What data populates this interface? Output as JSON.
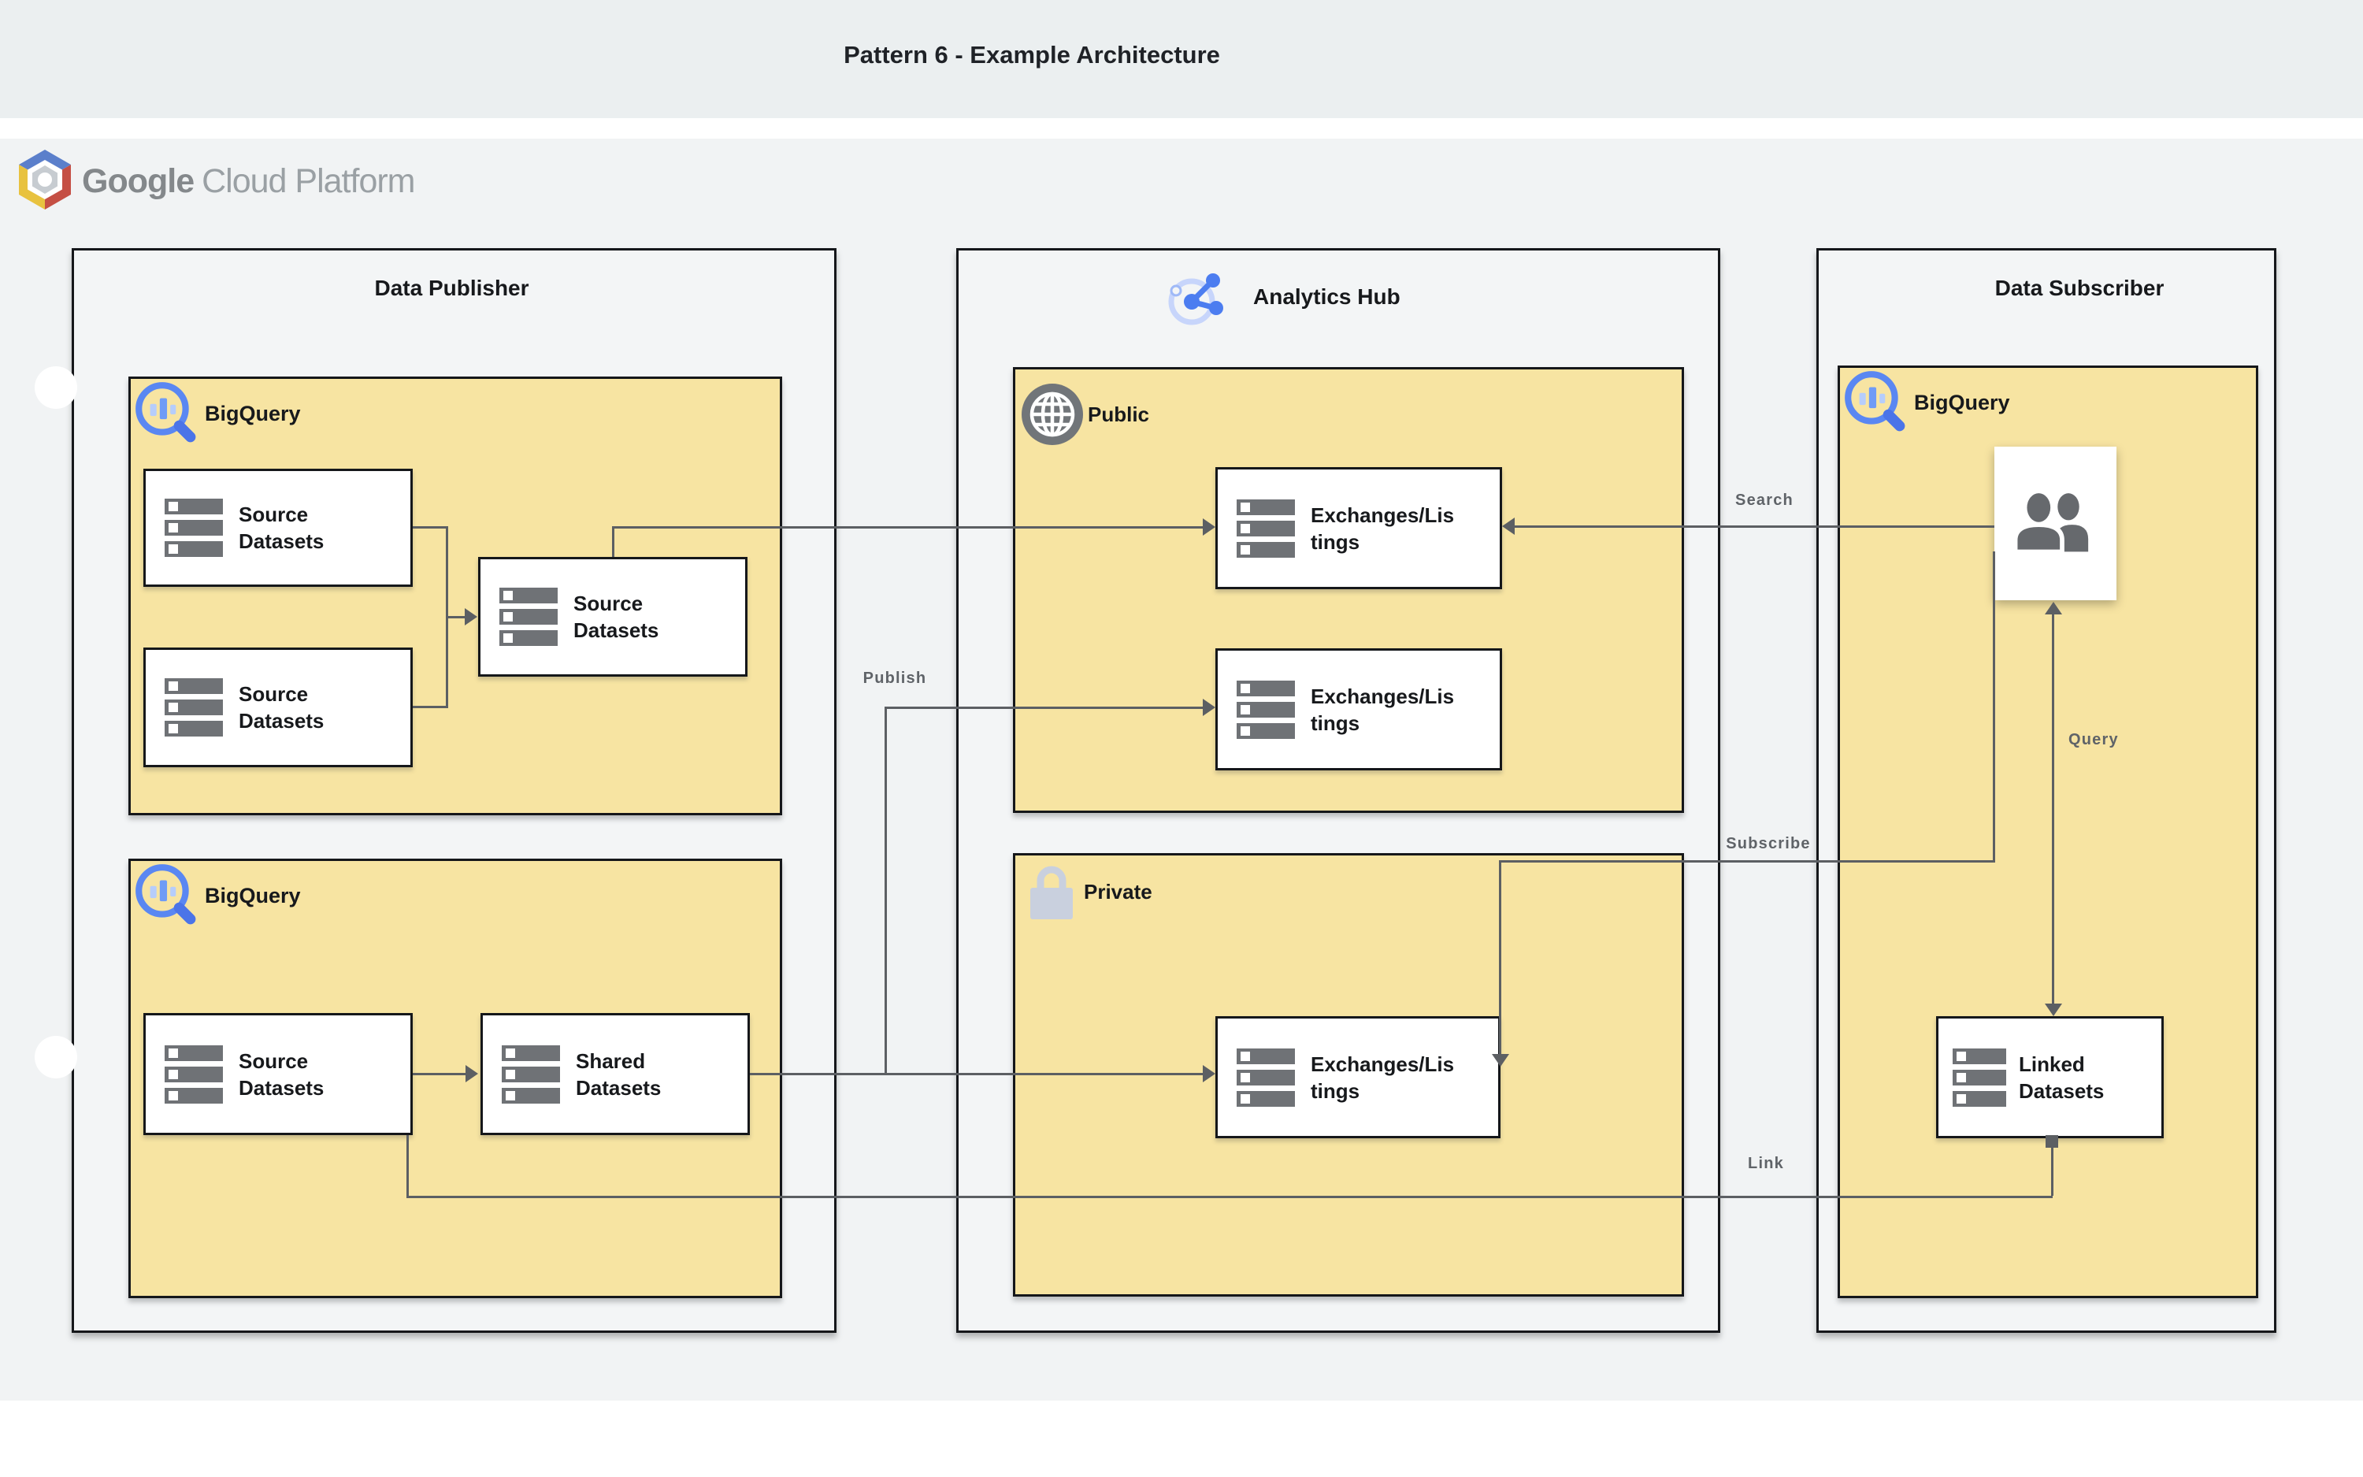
{
  "title_bar": {
    "title": "Pattern 6 - Example Architecture"
  },
  "brand": {
    "google": "Google",
    "cloud_platform": "Cloud Platform"
  },
  "columns": {
    "publisher": {
      "title": "Data Publisher"
    },
    "hub": {
      "title": "Analytics Hub"
    },
    "subscriber": {
      "title": "Data Subscriber"
    }
  },
  "groups": {
    "bigquery_label": "BigQuery",
    "public_label": "Public",
    "private_label": "Private"
  },
  "nodes": {
    "source_datasets": "Source\nDatasets",
    "shared_datasets": "Shared\nDatasets",
    "exchanges_listings": "Exchanges/Lis\ntings",
    "linked_datasets": "Linked\nDatasets"
  },
  "flows": {
    "publish": "Publish",
    "search": "Search",
    "subscribe": "Subscribe",
    "query": "Query",
    "link": "Link"
  },
  "colors": {
    "group_fill": "#f7e4a2",
    "line_gray": "#5c5f63",
    "bigquery_blue": "#5a87f2",
    "hub_icon_blue": "#4c7df0",
    "titlebar_bg": "#ebeff0"
  }
}
